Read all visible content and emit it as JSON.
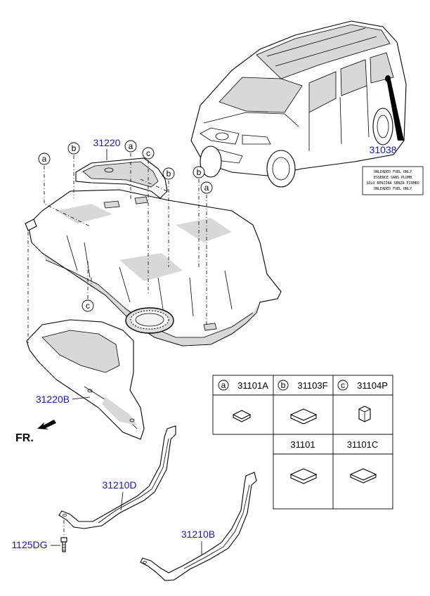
{
  "callouts": {
    "car_label": "31038",
    "heat_shield_upper": "31220",
    "heat_shield_lower": "31220B",
    "strap_front": "31210D",
    "strap_rear": "31210B",
    "bolt": "1125DG",
    "front_indicator": "FR."
  },
  "circle_letters": {
    "a": "a",
    "b": "b",
    "c": "c"
  },
  "fuel_sticker_lines": [
    "UNLEADED FUEL ONLY",
    "ESSENCE SANS PLOMB",
    "SOLO BENZINA SENZA PIOMBO",
    "UNLEADED FUEL ONLY"
  ],
  "pads_table": {
    "header": [
      {
        "letter": "a",
        "part": "31101A"
      },
      {
        "letter": "b",
        "part": "31103F"
      },
      {
        "letter": "c",
        "part": "31104P"
      }
    ],
    "lower_labels": [
      "31101",
      "31101C"
    ]
  }
}
